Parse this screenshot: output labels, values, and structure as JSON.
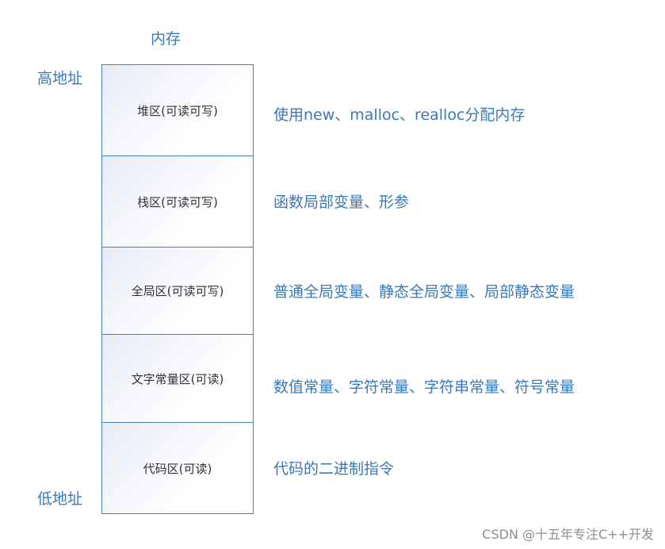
{
  "title": "内存",
  "address_labels": {
    "high": "高地址",
    "low": "低地址"
  },
  "segments": [
    {
      "name": "堆区(可读可写)",
      "description": "使用new、malloc、realloc分配内存"
    },
    {
      "name": "栈区(可读可写)",
      "description": "函数局部变量、形参"
    },
    {
      "name": "全局区(可读可写)",
      "description": "普通全局变量、静态全局变量、局部静态变量"
    },
    {
      "name": "文字常量区(可读)",
      "description": "数值常量、字符常量、字符串常量、符号常量"
    },
    {
      "name": "代码区(可读)",
      "description": "代码的二进制指令"
    }
  ],
  "watermark": "CSDN @十五年专注C++开发"
}
